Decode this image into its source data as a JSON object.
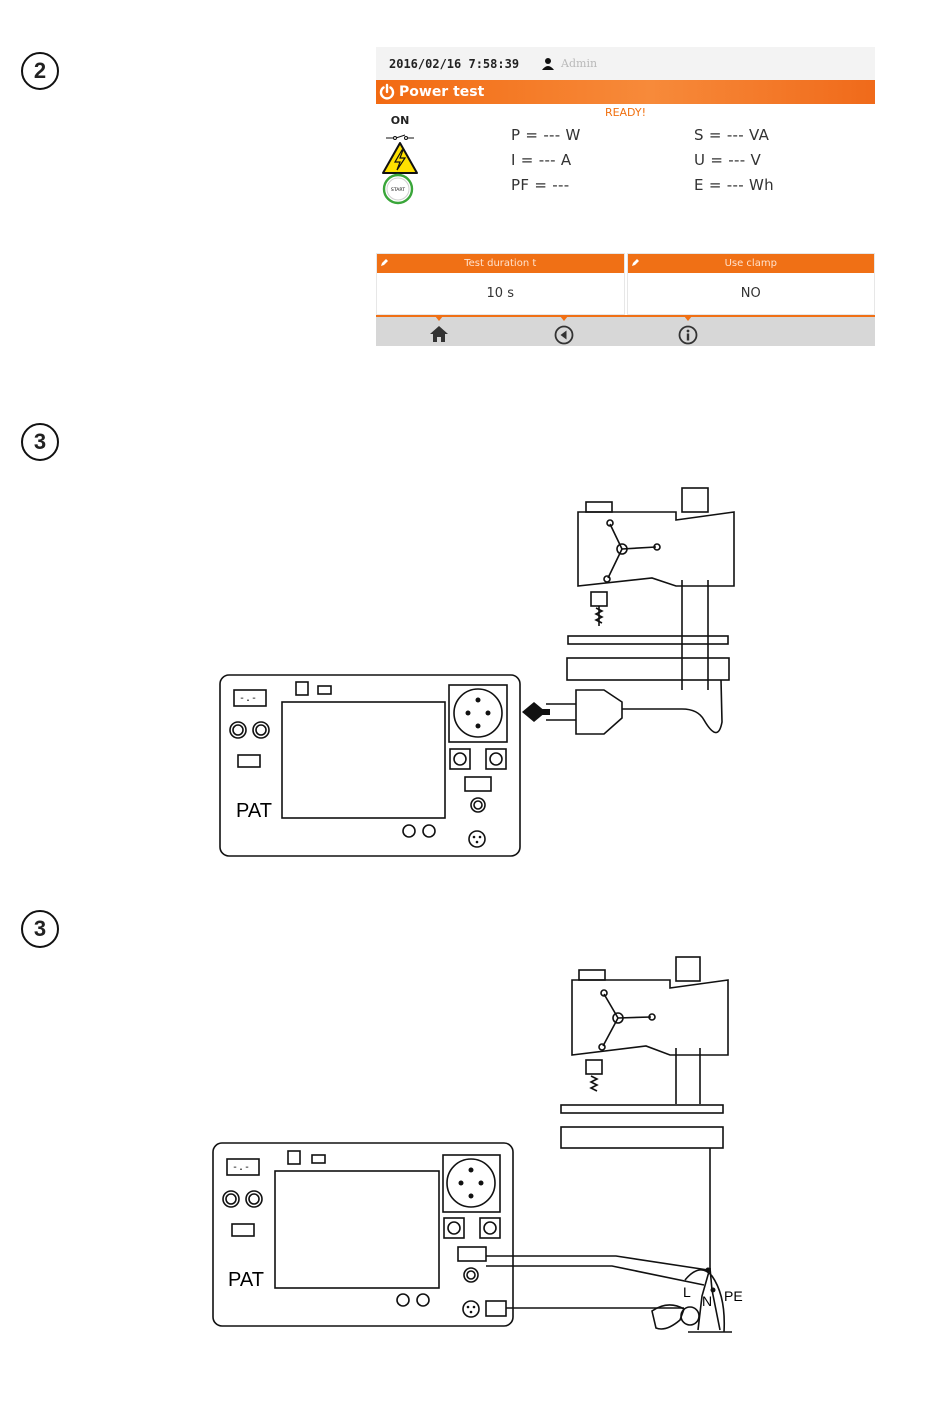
{
  "steps": {
    "second": "2",
    "third_a": "3",
    "third_b": "3"
  },
  "screen": {
    "datetime": "2016/02/16 7:58:39",
    "user": "Admin",
    "title": "Power test",
    "status": "READY!",
    "indicators": {
      "on_label": "ON",
      "start_label": "START"
    },
    "measurements": {
      "p": "P = --- W",
      "i": "I = --- A",
      "pf": "PF = ---",
      "s": "S = --- VA",
      "u": "U = --- V",
      "e": "E = --- Wh"
    },
    "params": [
      {
        "label": "Test duration t",
        "value": "10 s"
      },
      {
        "label": "Use clamp",
        "value": "NO"
      }
    ],
    "toolbar": [
      "home-icon",
      "back-icon",
      "info-icon"
    ],
    "accent": "#f07015"
  },
  "diagram_a": {
    "device_label": "PAT"
  },
  "diagram_b": {
    "device_label": "PAT",
    "wire_labels": {
      "l": "L",
      "n": "N",
      "pe": "PE"
    }
  }
}
